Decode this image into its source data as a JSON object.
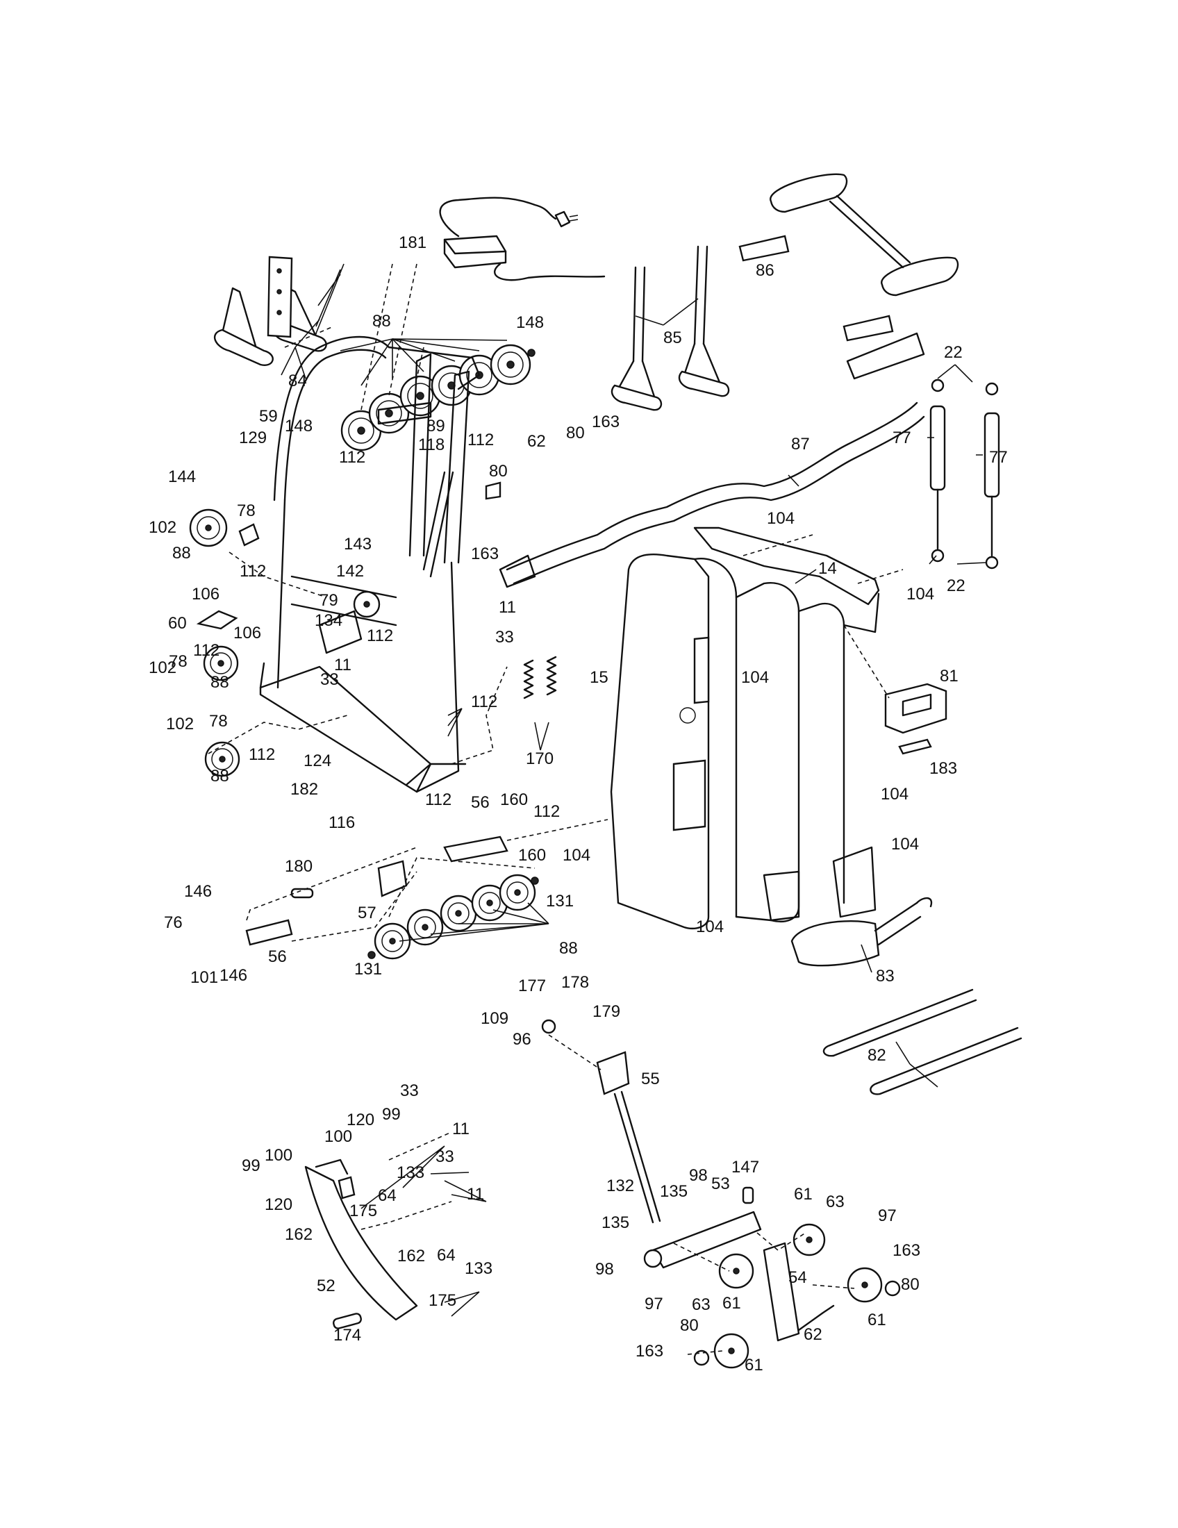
{
  "part_labels": [
    {
      "id": "l-181",
      "text": "181"
    },
    {
      "id": "l-86",
      "text": "86"
    },
    {
      "id": "l-88a",
      "text": "88"
    },
    {
      "id": "l-148a",
      "text": "148"
    },
    {
      "id": "l-84",
      "text": "84"
    },
    {
      "id": "l-85",
      "text": "85"
    },
    {
      "id": "l-22a",
      "text": "22"
    },
    {
      "id": "l-59",
      "text": "59"
    },
    {
      "id": "l-148b",
      "text": "148"
    },
    {
      "id": "l-89",
      "text": "89"
    },
    {
      "id": "l-112a",
      "text": "112"
    },
    {
      "id": "l-118",
      "text": "118"
    },
    {
      "id": "l-62a",
      "text": "62"
    },
    {
      "id": "l-80a",
      "text": "80"
    },
    {
      "id": "l-163a",
      "text": "163"
    },
    {
      "id": "l-87",
      "text": "87"
    },
    {
      "id": "l-77a",
      "text": "77"
    },
    {
      "id": "l-77b",
      "text": "77"
    },
    {
      "id": "l-129",
      "text": "129"
    },
    {
      "id": "l-144",
      "text": "144"
    },
    {
      "id": "l-112b",
      "text": "112"
    },
    {
      "id": "l-80b",
      "text": "80"
    },
    {
      "id": "l-102a",
      "text": "102"
    },
    {
      "id": "l-78a",
      "text": "78"
    },
    {
      "id": "l-88b",
      "text": "88"
    },
    {
      "id": "l-163b",
      "text": "163"
    },
    {
      "id": "l-143",
      "text": "143"
    },
    {
      "id": "l-104a",
      "text": "104"
    },
    {
      "id": "l-14",
      "text": "14"
    },
    {
      "id": "l-112c",
      "text": "112"
    },
    {
      "id": "l-106a",
      "text": "106"
    },
    {
      "id": "l-142",
      "text": "142"
    },
    {
      "id": "l-104b",
      "text": "104"
    },
    {
      "id": "l-22b",
      "text": "22"
    },
    {
      "id": "l-60",
      "text": "60"
    },
    {
      "id": "l-79",
      "text": "79"
    },
    {
      "id": "l-11a",
      "text": "11"
    },
    {
      "id": "l-134",
      "text": "134"
    },
    {
      "id": "l-106b",
      "text": "106"
    },
    {
      "id": "l-112d",
      "text": "112"
    },
    {
      "id": "l-33a",
      "text": "33"
    },
    {
      "id": "l-112e",
      "text": "112"
    },
    {
      "id": "l-78b",
      "text": "78"
    },
    {
      "id": "l-11b",
      "text": "11"
    },
    {
      "id": "l-15",
      "text": "15"
    },
    {
      "id": "l-81",
      "text": "81"
    },
    {
      "id": "l-104c",
      "text": "104"
    },
    {
      "id": "l-102b",
      "text": "102"
    },
    {
      "id": "l-88c",
      "text": "88"
    },
    {
      "id": "l-33b",
      "text": "33"
    },
    {
      "id": "l-112f",
      "text": "112"
    },
    {
      "id": "l-102c",
      "text": "102"
    },
    {
      "id": "l-78c",
      "text": "78"
    },
    {
      "id": "l-170",
      "text": "170"
    },
    {
      "id": "l-124",
      "text": "124"
    },
    {
      "id": "l-183",
      "text": "183"
    },
    {
      "id": "l-112g",
      "text": "112"
    },
    {
      "id": "l-88d",
      "text": "88"
    },
    {
      "id": "l-182",
      "text": "182"
    },
    {
      "id": "l-104d",
      "text": "104"
    },
    {
      "id": "l-112h",
      "text": "112"
    },
    {
      "id": "l-56a",
      "text": "56"
    },
    {
      "id": "l-160a",
      "text": "160"
    },
    {
      "id": "l-116",
      "text": "116"
    },
    {
      "id": "l-112i",
      "text": "112"
    },
    {
      "id": "l-104e",
      "text": "104"
    },
    {
      "id": "l-160b",
      "text": "160"
    },
    {
      "id": "l-104f",
      "text": "104"
    },
    {
      "id": "l-180",
      "text": "180"
    },
    {
      "id": "l-146a",
      "text": "146"
    },
    {
      "id": "l-131a",
      "text": "131"
    },
    {
      "id": "l-57",
      "text": "57"
    },
    {
      "id": "l-104g",
      "text": "104"
    },
    {
      "id": "l-76",
      "text": "76"
    },
    {
      "id": "l-88e",
      "text": "88"
    },
    {
      "id": "l-56b",
      "text": "56"
    },
    {
      "id": "l-101",
      "text": "101"
    },
    {
      "id": "l-146b",
      "text": "146"
    },
    {
      "id": "l-131b",
      "text": "131"
    },
    {
      "id": "l-83",
      "text": "83"
    },
    {
      "id": "l-177",
      "text": "177"
    },
    {
      "id": "l-178",
      "text": "178"
    },
    {
      "id": "l-109",
      "text": "109"
    },
    {
      "id": "l-179",
      "text": "179"
    },
    {
      "id": "l-96",
      "text": "96"
    },
    {
      "id": "l-82",
      "text": "82"
    },
    {
      "id": "l-55",
      "text": "55"
    },
    {
      "id": "l-33c",
      "text": "33"
    },
    {
      "id": "l-120a",
      "text": "120"
    },
    {
      "id": "l-99a",
      "text": "99"
    },
    {
      "id": "l-11c",
      "text": "11"
    },
    {
      "id": "l-100a",
      "text": "100"
    },
    {
      "id": "l-33d",
      "text": "33"
    },
    {
      "id": "l-99b",
      "text": "99"
    },
    {
      "id": "l-100b",
      "text": "100"
    },
    {
      "id": "l-133a",
      "text": "133"
    },
    {
      "id": "l-147",
      "text": "147"
    },
    {
      "id": "l-120b",
      "text": "120"
    },
    {
      "id": "l-64a",
      "text": "64"
    },
    {
      "id": "l-98a",
      "text": "98"
    },
    {
      "id": "l-53",
      "text": "53"
    },
    {
      "id": "l-61a",
      "text": "61"
    },
    {
      "id": "l-11d",
      "text": "11"
    },
    {
      "id": "l-132",
      "text": "132"
    },
    {
      "id": "l-135a",
      "text": "135"
    },
    {
      "id": "l-63a",
      "text": "63"
    },
    {
      "id": "l-175a",
      "text": "175"
    },
    {
      "id": "l-97a",
      "text": "97"
    },
    {
      "id": "l-162a",
      "text": "162"
    },
    {
      "id": "l-135b",
      "text": "135"
    },
    {
      "id": "l-162b",
      "text": "162"
    },
    {
      "id": "l-64b",
      "text": "64"
    },
    {
      "id": "l-133b",
      "text": "133"
    },
    {
      "id": "l-163c",
      "text": "163"
    },
    {
      "id": "l-98b",
      "text": "98"
    },
    {
      "id": "l-54",
      "text": "54"
    },
    {
      "id": "l-52",
      "text": "52"
    },
    {
      "id": "l-80c",
      "text": "80"
    },
    {
      "id": "l-97b",
      "text": "97"
    },
    {
      "id": "l-63b",
      "text": "63"
    },
    {
      "id": "l-61b",
      "text": "61"
    },
    {
      "id": "l-175b",
      "text": "175"
    },
    {
      "id": "l-61c",
      "text": "61"
    },
    {
      "id": "l-80d",
      "text": "80"
    },
    {
      "id": "l-62b",
      "text": "62"
    },
    {
      "id": "l-174",
      "text": "174"
    },
    {
      "id": "l-163d",
      "text": "163"
    },
    {
      "id": "l-61d",
      "text": "61"
    }
  ]
}
